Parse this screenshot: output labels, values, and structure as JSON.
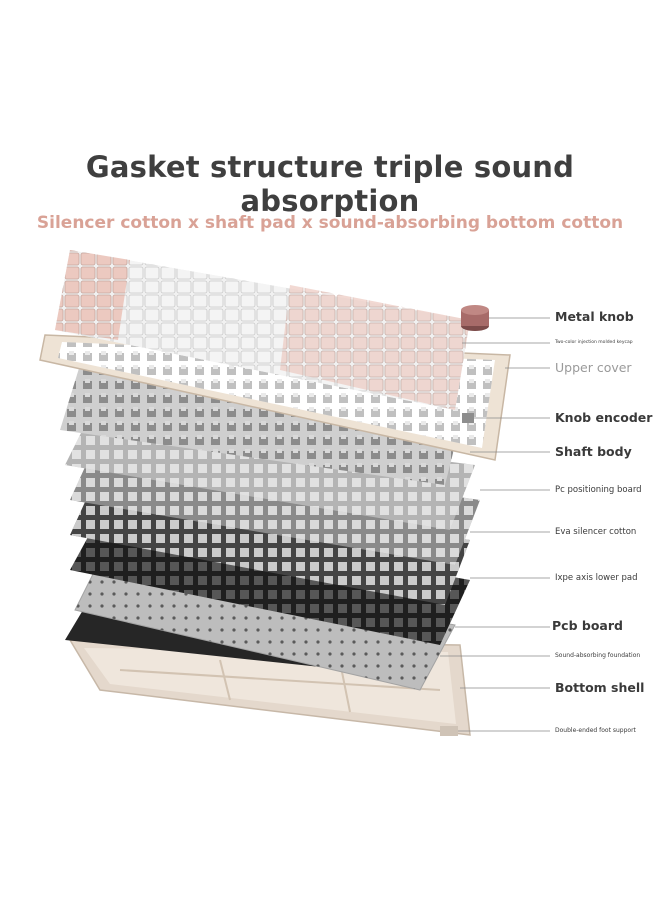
{
  "title": "Gasket structure triple sound absorption",
  "subtitle": "Silencer cotton x shaft pad x sound-absorbing bottom cotton",
  "callouts": [
    {
      "label": "Metal knob"
    },
    {
      "label": "Two-color injection molded keycap"
    },
    {
      "label": "Upper cover"
    },
    {
      "label": "Knob encoder"
    },
    {
      "label": "Shaft body"
    },
    {
      "label": "Pc positioning board"
    },
    {
      "label": "Eva silencer cotton"
    },
    {
      "label": "Ixpe axis lower pad"
    },
    {
      "label": "Pcb board"
    },
    {
      "label": "Sound-absorbing foundation"
    },
    {
      "label": "Bottom shell"
    },
    {
      "label": "Double-ended foot support"
    }
  ],
  "colors": {
    "title": "#3f3f3f",
    "subtitle": "#d9a296",
    "keycap_pink": "#e8c6bd",
    "keycap_white": "#f1f1f1",
    "frame": "#eee3d5",
    "knob": "#a76b69",
    "plate": "#b7b7b7",
    "foam_dark": "#2c2c2c",
    "shell": "#e4d8cc"
  }
}
